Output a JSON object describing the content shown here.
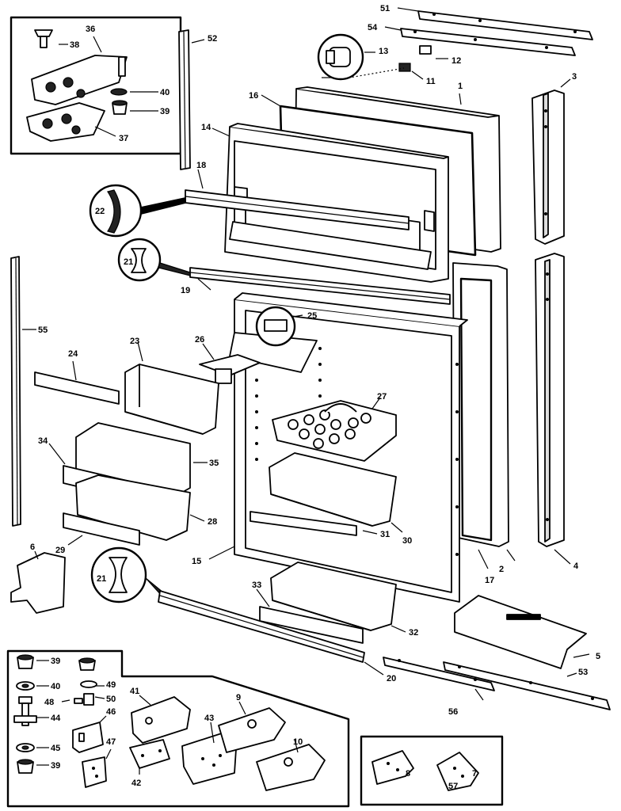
{
  "parts": [
    {
      "id": "p1",
      "num": "1"
    },
    {
      "id": "p2",
      "num": "2"
    },
    {
      "id": "p3",
      "num": "3"
    },
    {
      "id": "p4",
      "num": "4"
    },
    {
      "id": "p5",
      "num": "5"
    },
    {
      "id": "p6",
      "num": "6"
    },
    {
      "id": "p7",
      "num": "7"
    },
    {
      "id": "p8",
      "num": "8"
    },
    {
      "id": "p9",
      "num": "9"
    },
    {
      "id": "p10",
      "num": "10"
    },
    {
      "id": "p11",
      "num": "11"
    },
    {
      "id": "p12",
      "num": "12"
    },
    {
      "id": "p13",
      "num": "13"
    },
    {
      "id": "p14",
      "num": "14"
    },
    {
      "id": "p15",
      "num": "15"
    },
    {
      "id": "p16",
      "num": "16"
    },
    {
      "id": "p17",
      "num": "17"
    },
    {
      "id": "p18",
      "num": "18"
    },
    {
      "id": "p19",
      "num": "19"
    },
    {
      "id": "p20",
      "num": "20"
    },
    {
      "id": "p21a",
      "num": "21"
    },
    {
      "id": "p21b",
      "num": "21"
    },
    {
      "id": "p22",
      "num": "22"
    },
    {
      "id": "p23",
      "num": "23"
    },
    {
      "id": "p24",
      "num": "24"
    },
    {
      "id": "p25",
      "num": "25"
    },
    {
      "id": "p26",
      "num": "26"
    },
    {
      "id": "p27",
      "num": "27"
    },
    {
      "id": "p28",
      "num": "28"
    },
    {
      "id": "p29",
      "num": "29"
    },
    {
      "id": "p30",
      "num": "30"
    },
    {
      "id": "p31",
      "num": "31"
    },
    {
      "id": "p32",
      "num": "32"
    },
    {
      "id": "p33",
      "num": "33"
    },
    {
      "id": "p34",
      "num": "34"
    },
    {
      "id": "p35",
      "num": "35"
    },
    {
      "id": "p36",
      "num": "36"
    },
    {
      "id": "p37",
      "num": "37"
    },
    {
      "id": "p38",
      "num": "38"
    },
    {
      "id": "p39a",
      "num": "39"
    },
    {
      "id": "p39b",
      "num": "39"
    },
    {
      "id": "p39c",
      "num": "39"
    },
    {
      "id": "p40a",
      "num": "40"
    },
    {
      "id": "p40b",
      "num": "40"
    },
    {
      "id": "p41",
      "num": "41"
    },
    {
      "id": "p42",
      "num": "42"
    },
    {
      "id": "p43",
      "num": "43"
    },
    {
      "id": "p44",
      "num": "44"
    },
    {
      "id": "p45",
      "num": "45"
    },
    {
      "id": "p46",
      "num": "46"
    },
    {
      "id": "p47",
      "num": "47"
    },
    {
      "id": "p48",
      "num": "48"
    },
    {
      "id": "p49",
      "num": "49"
    },
    {
      "id": "p50",
      "num": "50"
    },
    {
      "id": "p51",
      "num": "51"
    },
    {
      "id": "p52",
      "num": "52"
    },
    {
      "id": "p53",
      "num": "53"
    },
    {
      "id": "p54",
      "num": "54"
    },
    {
      "id": "p55",
      "num": "55"
    },
    {
      "id": "p56",
      "num": "56"
    },
    {
      "id": "p57",
      "num": "57"
    }
  ]
}
